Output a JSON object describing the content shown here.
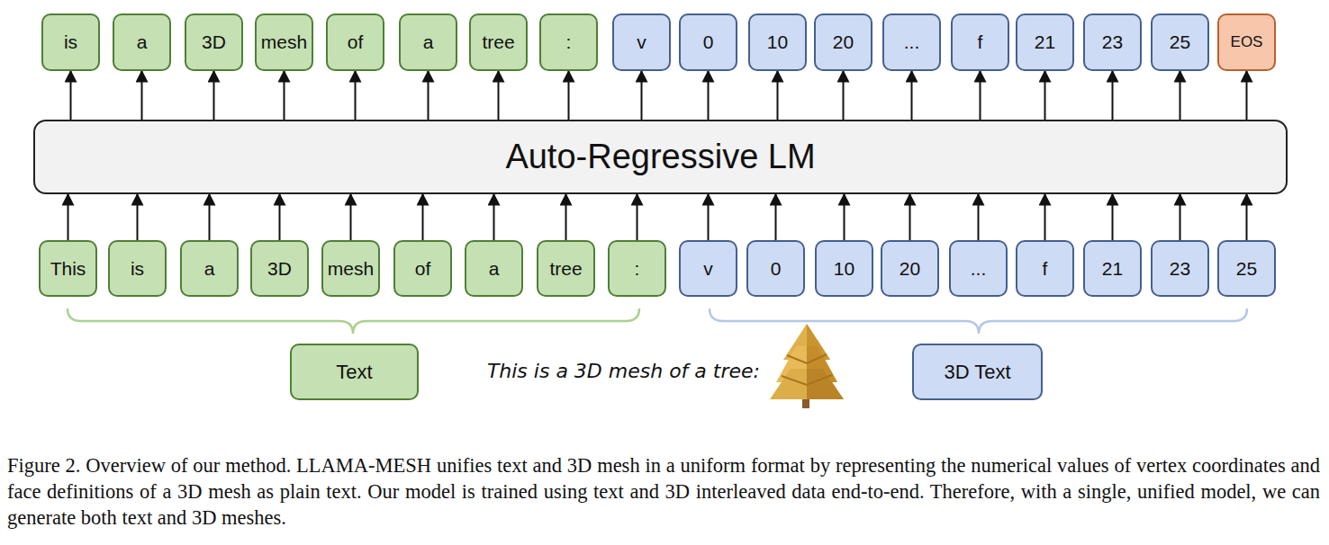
{
  "diagram": {
    "caption": "Figure 2. Overview of our method. LLAMA-MESH unifies text and 3D mesh in a uniform format by representing the numerical values of vertex coordinates and face definitions of a 3D mesh as plain text. Our model is trained using text and 3D interleaved data end-to-end. Therefore, with a single, unified model, we can generate both text and 3D meshes.",
    "nodes": [
      {
        "text": [
          "is"
        ]
      },
      {
        "text": [
          "a"
        ]
      },
      {
        "text": [
          "3D"
        ]
      },
      {
        "text": [
          "mesh"
        ]
      },
      {
        "text": [
          "of"
        ]
      },
      {
        "text": [
          "a"
        ]
      },
      {
        "text": [
          "tree"
        ]
      },
      {
        "text": [
          ":"
        ]
      },
      {
        "text": [
          "v"
        ]
      },
      {
        "text": [
          "0"
        ]
      },
      {
        "text": [
          "10"
        ]
      },
      {
        "text": [
          "20"
        ]
      },
      {
        "text": [
          "..."
        ]
      },
      {
        "text": [
          "f"
        ]
      },
      {
        "text": [
          "21"
        ]
      },
      {
        "text": [
          "23"
        ]
      },
      {
        "text": [
          "25"
        ]
      },
      {
        "text": [
          "EOS"
        ]
      },
      {
        "text": [
          "Auto-Regressive LM"
        ]
      },
      {
        "text": [
          "This"
        ]
      },
      {
        "text": [
          "is"
        ]
      },
      {
        "text": [
          "a"
        ]
      },
      {
        "text": [
          "3D"
        ]
      },
      {
        "text": [
          "mesh"
        ]
      },
      {
        "text": [
          "of"
        ]
      },
      {
        "text": [
          "a"
        ]
      },
      {
        "text": [
          "tree"
        ]
      },
      {
        "text": [
          ":"
        ]
      },
      {
        "text": [
          "v"
        ]
      },
      {
        "text": [
          "0"
        ]
      },
      {
        "text": [
          "10"
        ]
      },
      {
        "text": [
          "20"
        ]
      },
      {
        "text": [
          "..."
        ]
      },
      {
        "text": [
          "f"
        ]
      },
      {
        "text": [
          "21"
        ]
      },
      {
        "text": [
          "23"
        ]
      },
      {
        "text": [
          "25"
        ]
      },
      {
        "text": [
          "Text"
        ]
      },
      {
        "text": [
          "3D Text"
        ]
      }
    ],
    "edges": [
      {
        "from": 19,
        "to": 18,
        "arrow": "to"
      },
      {
        "from": 20,
        "to": 18,
        "arrow": "to"
      },
      {
        "from": 21,
        "to": 18,
        "arrow": "to"
      },
      {
        "from": 22,
        "to": 18,
        "arrow": "to"
      },
      {
        "from": 23,
        "to": 18,
        "arrow": "to"
      },
      {
        "from": 24,
        "to": 18,
        "arrow": "to"
      },
      {
        "from": 25,
        "to": 18,
        "arrow": "to"
      },
      {
        "from": 26,
        "to": 18,
        "arrow": "to"
      },
      {
        "from": 27,
        "to": 18,
        "arrow": "to"
      },
      {
        "from": 28,
        "to": 18,
        "arrow": "to"
      },
      {
        "from": 29,
        "to": 18,
        "arrow": "to"
      },
      {
        "from": 30,
        "to": 18,
        "arrow": "to"
      },
      {
        "from": 31,
        "to": 18,
        "arrow": "to"
      },
      {
        "from": 32,
        "to": 18,
        "arrow": "to"
      },
      {
        "from": 33,
        "to": 18,
        "arrow": "to"
      },
      {
        "from": 34,
        "to": 18,
        "arrow": "to"
      },
      {
        "from": 35,
        "to": 18,
        "arrow": "to"
      },
      {
        "from": 36,
        "to": 18,
        "arrow": "to"
      },
      {
        "from": 18,
        "to": 0,
        "arrow": "to"
      },
      {
        "from": 18,
        "to": 1,
        "arrow": "to"
      },
      {
        "from": 18,
        "to": 2,
        "arrow": "to"
      },
      {
        "from": 18,
        "to": 3,
        "arrow": "to"
      },
      {
        "from": 18,
        "to": 4,
        "arrow": "to"
      },
      {
        "from": 18,
        "to": 5,
        "arrow": "to"
      },
      {
        "from": 18,
        "to": 6,
        "arrow": "to"
      },
      {
        "from": 18,
        "to": 7,
        "arrow": "to"
      },
      {
        "from": 18,
        "to": 8,
        "arrow": "to"
      },
      {
        "from": 18,
        "to": 9,
        "arrow": "to"
      },
      {
        "from": 18,
        "to": 10,
        "arrow": "to"
      },
      {
        "from": 18,
        "to": 11,
        "arrow": "to"
      },
      {
        "from": 18,
        "to": 12,
        "arrow": "to"
      },
      {
        "from": 18,
        "to": 13,
        "arrow": "to"
      },
      {
        "from": 18,
        "to": 14,
        "arrow": "to"
      },
      {
        "from": 18,
        "to": 15,
        "arrow": "to"
      },
      {
        "from": 18,
        "to": 16,
        "arrow": "to"
      },
      {
        "from": 18,
        "to": 17,
        "arrow": "to"
      }
    ],
    "labels": [
      "This is a 3D mesh of a tree:"
    ]
  }
}
